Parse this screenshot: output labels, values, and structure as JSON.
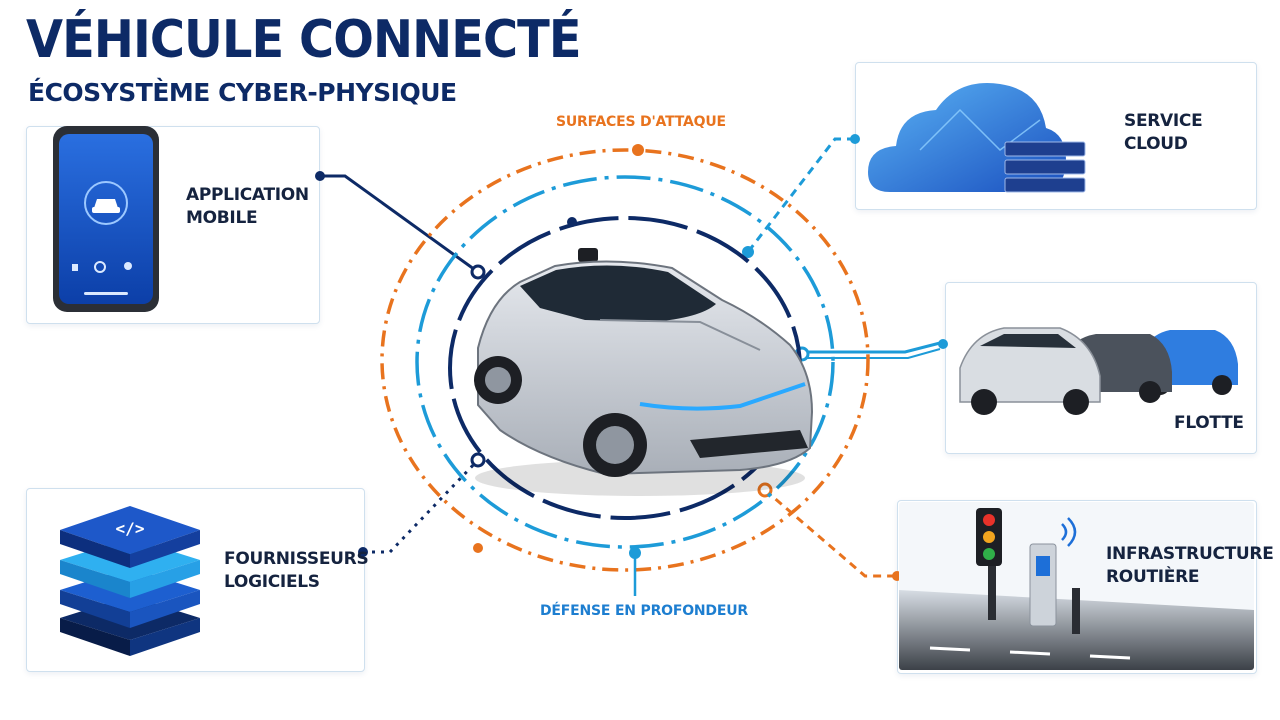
{
  "header": {
    "title": "VÉHICULE CONNECTÉ",
    "subtitle": "ÉCOSYSTÈME CYBER-PHYSIQUE"
  },
  "rings": {
    "attack_label": "SURFACES D'ATTAQUE",
    "defense_label": "DÉFENSE EN PROFONDEUR"
  },
  "nodes": {
    "mobile_app": "APPLICATION\nMOBILE",
    "cloud": "SERVICE\nCLOUD",
    "fleet": "FLOTTE",
    "software": "FOURNISSEURS\nLOGICIELS",
    "infrastructure": "INFRASTRUCTURE\nROUTIÈRE"
  },
  "colors": {
    "navy": "#0d2a66",
    "orange": "#e8731e",
    "blue": "#1d9bd8"
  },
  "icons": {
    "mobile_app": "smartphone-car-icon",
    "cloud": "cloud-server-icon",
    "fleet": "fleet-cars-icon",
    "software": "code-stack-icon",
    "infrastructure": "traffic-light-icon",
    "center": "connected-car-icon"
  }
}
